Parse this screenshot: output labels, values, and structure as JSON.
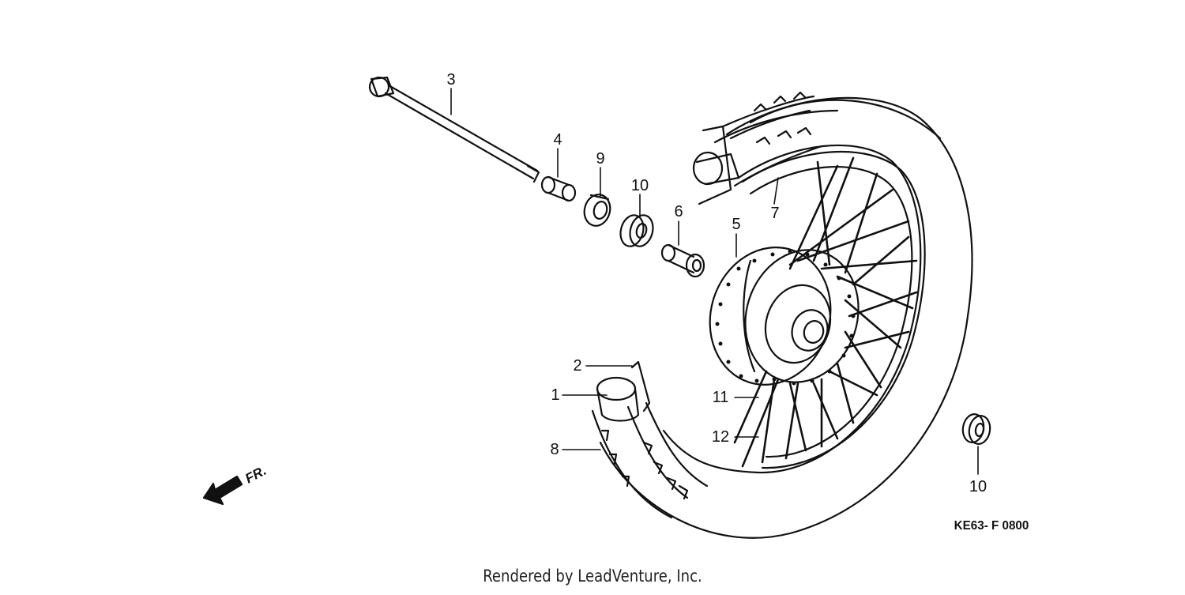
{
  "diagram": {
    "callouts": [
      {
        "id": "p3",
        "label": "3"
      },
      {
        "id": "p4",
        "label": "4"
      },
      {
        "id": "p9",
        "label": "9"
      },
      {
        "id": "p10a",
        "label": "10"
      },
      {
        "id": "p6",
        "label": "6"
      },
      {
        "id": "p5",
        "label": "5"
      },
      {
        "id": "p7",
        "label": "7"
      },
      {
        "id": "p2",
        "label": "2"
      },
      {
        "id": "p1",
        "label": "1"
      },
      {
        "id": "p11",
        "label": "11"
      },
      {
        "id": "p12",
        "label": "12"
      },
      {
        "id": "p8",
        "label": "8"
      },
      {
        "id": "p10b",
        "label": "10"
      }
    ],
    "diagram_code": "KE63- F 0800",
    "direction_label": "FR."
  },
  "footer": {
    "credit": "Rendered by LeadVenture, Inc."
  }
}
